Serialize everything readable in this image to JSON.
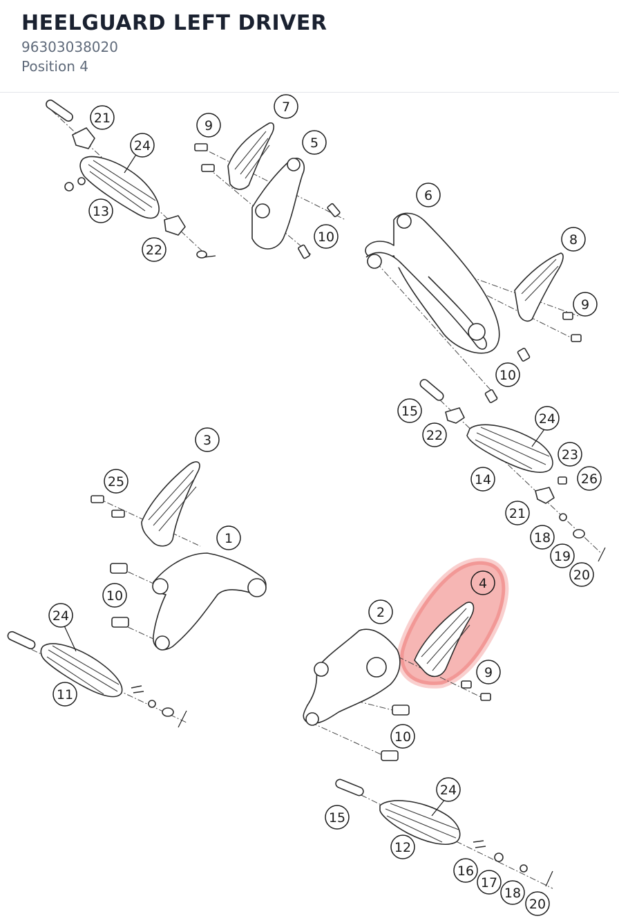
{
  "header": {
    "title": "HEELGUARD LEFT DRIVER",
    "part_number": "96303038020",
    "position": "Position 4"
  },
  "diagram": {
    "highlight_color": "#e8403a",
    "highlighted_callout": "4",
    "callouts": [
      "21",
      "24",
      "13",
      "22",
      "9",
      "7",
      "5",
      "10",
      "6",
      "8",
      "9",
      "10",
      "15",
      "22",
      "24",
      "23",
      "26",
      "14",
      "21",
      "18",
      "19",
      "20",
      "3",
      "25",
      "1",
      "10",
      "24",
      "11",
      "4",
      "2",
      "9",
      "10",
      "24",
      "15",
      "12",
      "16",
      "17",
      "18",
      "20"
    ]
  }
}
